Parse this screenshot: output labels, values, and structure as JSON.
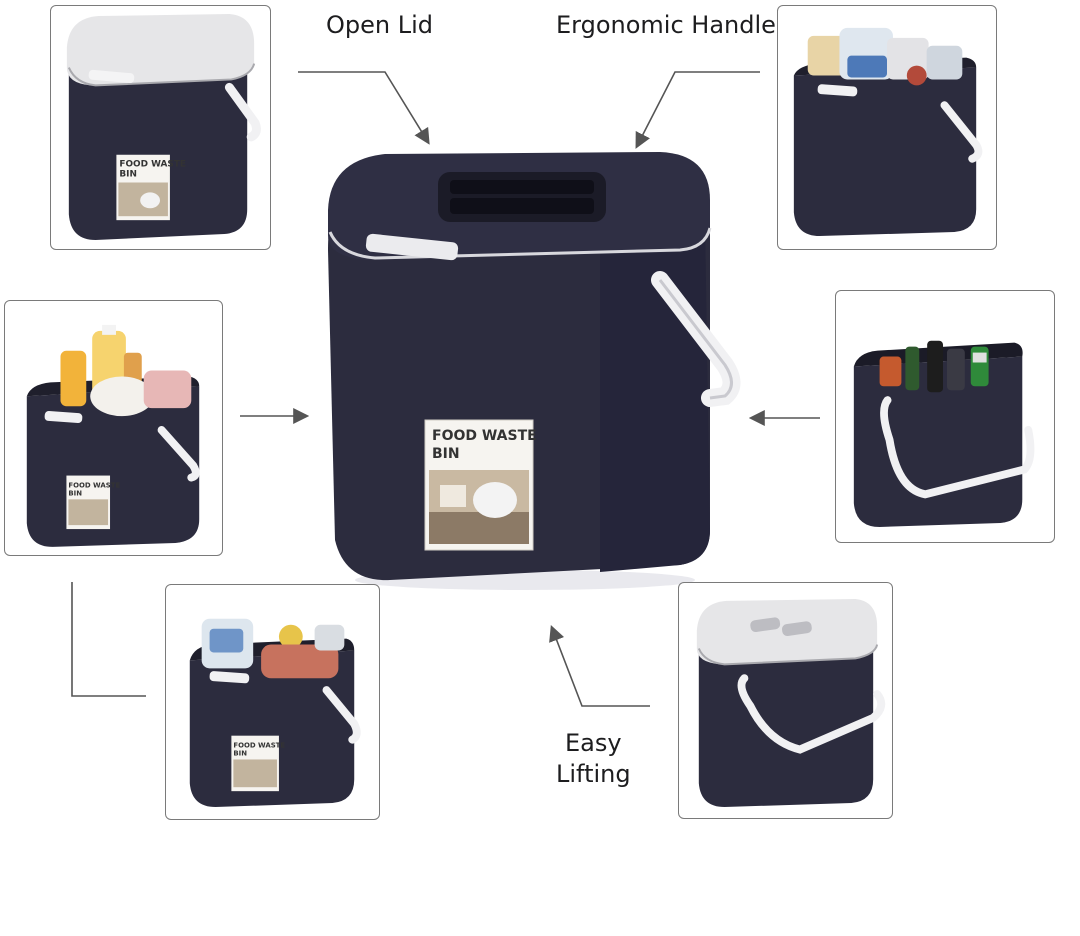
{
  "callouts": {
    "open_lid": "Open Lid",
    "ergonomic_handle": "Ergonomic Handle",
    "easy_lifting_line1": "Easy",
    "easy_lifting_line2": "Lifting"
  },
  "product_label": {
    "line1": "FOOD WASTE",
    "line2": "BIN"
  },
  "colors": {
    "bin_body": "#2c2c3e",
    "bin_shade": "#23232f",
    "lid_grey": "#e3e3e3",
    "handle": "#f0f0f0",
    "arrow": "#555555",
    "panel_border": "#7a7a7a"
  }
}
